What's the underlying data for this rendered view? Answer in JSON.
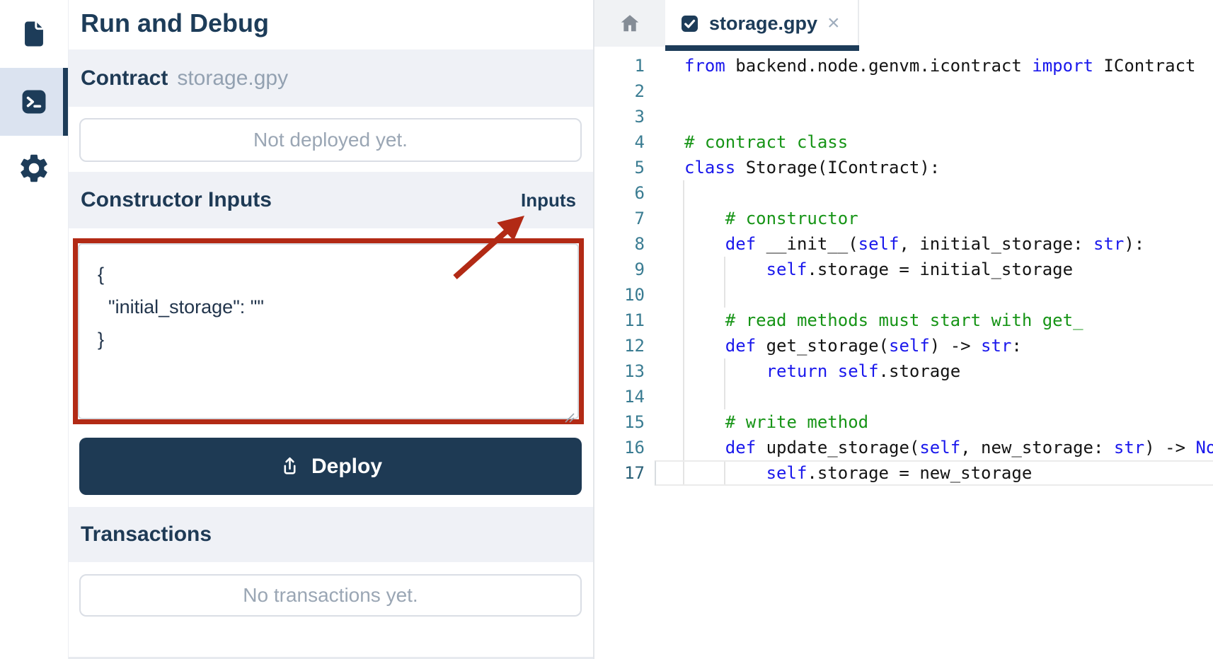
{
  "colors": {
    "navy": "#1d3c59",
    "deploy_bg": "#1e3a54",
    "annotation_red": "#b22a15",
    "section_bar_bg": "#eff1f6",
    "muted_text": "#9aa6b4",
    "keyword_blue": "#1a18ec",
    "comment_green": "#169416",
    "line_number_teal": "#3a7c92",
    "rail_selected_bg": "#dbe3f0"
  },
  "sidebar": {
    "items": [
      {
        "icon": "file-icon",
        "active": false
      },
      {
        "icon": "terminal-icon",
        "active": true
      },
      {
        "icon": "gear-icon",
        "active": false
      }
    ]
  },
  "panel": {
    "title": "Run and Debug",
    "contract": {
      "label": "Contract",
      "value": "storage.gpy"
    },
    "deployed_placeholder": "Not deployed yet.",
    "constructor": {
      "label": "Constructor Inputs",
      "badge": "Inputs"
    },
    "inputs_text": "{\n  \"initial_storage\": \"\"\n}",
    "deploy_label": "Deploy",
    "transactions": {
      "label": "Transactions",
      "empty": "No transactions yet."
    }
  },
  "editor": {
    "home_icon": "home-icon",
    "tab": {
      "icon": "file-check-icon",
      "label": "storage.gpy",
      "close": "×"
    },
    "code": {
      "lines": [
        {
          "n": 1,
          "guides": [],
          "current": false,
          "tokens": [
            [
              "k",
              "from"
            ],
            [
              "p",
              " backend.node.genvm.icontract "
            ],
            [
              "k",
              "import"
            ],
            [
              "p",
              " IContract"
            ]
          ]
        },
        {
          "n": 2,
          "guides": [],
          "current": false,
          "tokens": []
        },
        {
          "n": 3,
          "guides": [],
          "current": false,
          "tokens": []
        },
        {
          "n": 4,
          "guides": [],
          "current": false,
          "tokens": [
            [
              "c",
              "# contract class"
            ]
          ]
        },
        {
          "n": 5,
          "guides": [],
          "current": false,
          "tokens": [
            [
              "k",
              "class"
            ],
            [
              "p",
              " Storage(IContract):"
            ]
          ]
        },
        {
          "n": 6,
          "guides": [
            0
          ],
          "current": false,
          "tokens": []
        },
        {
          "n": 7,
          "guides": [
            0
          ],
          "current": false,
          "tokens": [
            [
              "c",
              "    # constructor"
            ]
          ]
        },
        {
          "n": 8,
          "guides": [
            0
          ],
          "current": false,
          "tokens": [
            [
              "p",
              "    "
            ],
            [
              "k",
              "def"
            ],
            [
              "p",
              " __init__("
            ],
            [
              "k",
              "self"
            ],
            [
              "p",
              ", initial_storage: "
            ],
            [
              "k",
              "str"
            ],
            [
              "p",
              "):"
            ]
          ]
        },
        {
          "n": 9,
          "guides": [
            0,
            4
          ],
          "current": false,
          "tokens": [
            [
              "p",
              "        "
            ],
            [
              "k",
              "self"
            ],
            [
              "p",
              ".storage = initial_storage"
            ]
          ]
        },
        {
          "n": 10,
          "guides": [
            0,
            4
          ],
          "current": false,
          "tokens": []
        },
        {
          "n": 11,
          "guides": [
            0
          ],
          "current": false,
          "tokens": [
            [
              "c",
              "    # read methods must start with get_"
            ]
          ]
        },
        {
          "n": 12,
          "guides": [
            0
          ],
          "current": false,
          "tokens": [
            [
              "p",
              "    "
            ],
            [
              "k",
              "def"
            ],
            [
              "p",
              " get_storage("
            ],
            [
              "k",
              "self"
            ],
            [
              "p",
              ") -> "
            ],
            [
              "k",
              "str"
            ],
            [
              "p",
              ":"
            ]
          ]
        },
        {
          "n": 13,
          "guides": [
            0,
            4
          ],
          "current": false,
          "tokens": [
            [
              "p",
              "        "
            ],
            [
              "k",
              "return"
            ],
            [
              "p",
              " "
            ],
            [
              "k",
              "self"
            ],
            [
              "p",
              ".storage"
            ]
          ]
        },
        {
          "n": 14,
          "guides": [
            0,
            4
          ],
          "current": false,
          "tokens": []
        },
        {
          "n": 15,
          "guides": [
            0
          ],
          "current": false,
          "tokens": [
            [
              "c",
              "    # write method"
            ]
          ]
        },
        {
          "n": 16,
          "guides": [
            0
          ],
          "current": false,
          "tokens": [
            [
              "p",
              "    "
            ],
            [
              "k",
              "def"
            ],
            [
              "p",
              " update_storage("
            ],
            [
              "k",
              "self"
            ],
            [
              "p",
              ", new_storage: "
            ],
            [
              "k",
              "str"
            ],
            [
              "p",
              ") -> "
            ],
            [
              "k",
              "None:"
            ]
          ]
        },
        {
          "n": 17,
          "guides": [
            0,
            4
          ],
          "current": true,
          "tokens": [
            [
              "p",
              "        "
            ],
            [
              "k",
              "self"
            ],
            [
              "p",
              ".storage = new_storage"
            ]
          ]
        }
      ]
    }
  }
}
